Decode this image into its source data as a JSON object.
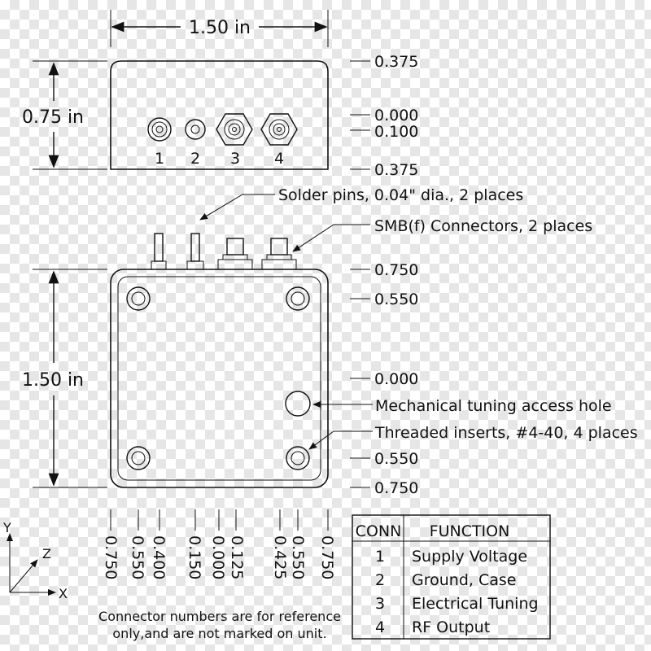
{
  "top_view": {
    "width_label": "1.50 in",
    "height_label": "0.75 in",
    "ref_labels": [
      "0.375",
      "0.000",
      "0.100",
      "0.375"
    ],
    "connector_numbers": [
      "1",
      "2",
      "3",
      "4"
    ]
  },
  "callouts": {
    "solder_pins": "Solder pins, 0.04\" dia., 2 places",
    "smb_connectors": "SMB(f) Connectors, 2 places",
    "tuning_hole": "Mechanical tuning access hole",
    "threaded_inserts": "Threaded inserts, #4-40, 4 places"
  },
  "front_view": {
    "height_label": "1.50 in",
    "right_refs": [
      "0.750",
      "0.550",
      "0.000",
      "0.550",
      "0.750"
    ],
    "bottom_refs": [
      "0.750",
      "0.550",
      "0.400",
      "0.150",
      "0.000",
      "0.125",
      "0.425",
      "0.550",
      "0.750"
    ]
  },
  "axes": {
    "y": "Y",
    "z": "Z",
    "x": "X"
  },
  "table": {
    "headers": [
      "CONN",
      "FUNCTION"
    ],
    "rows": [
      {
        "conn": "1",
        "function": "Supply Voltage"
      },
      {
        "conn": "2",
        "function": "Ground, Case"
      },
      {
        "conn": "3",
        "function": "Electrical Tuning"
      },
      {
        "conn": "4",
        "function": "RF Output"
      }
    ]
  },
  "footnote": {
    "line1": "Connector numbers are for reference",
    "line2": "only,and are not marked on unit."
  }
}
